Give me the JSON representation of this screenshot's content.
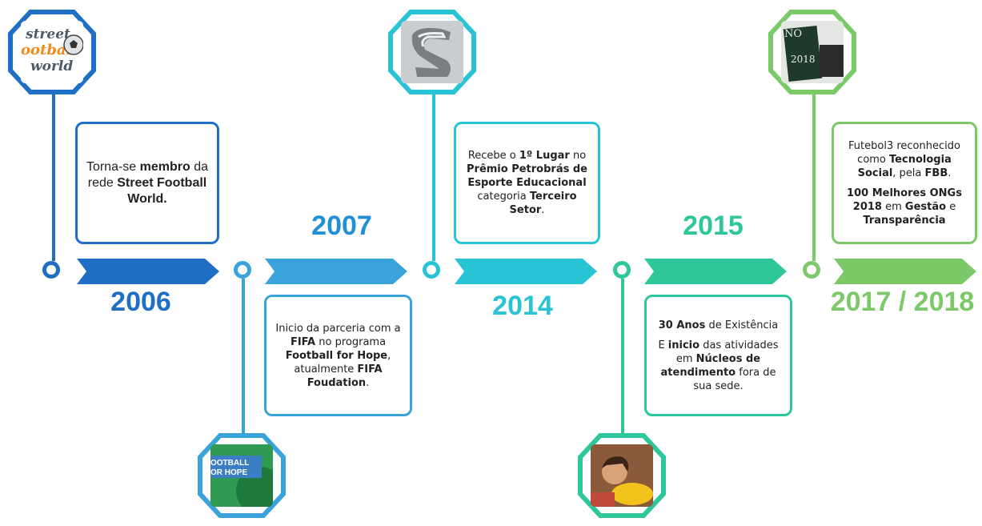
{
  "colors": {
    "blue": "#1f6fc4",
    "lightblue": "#3aa3da",
    "cyan": "#28c4d6",
    "teal": "#2dc79a",
    "green": "#7cc96a"
  },
  "milestones": [
    {
      "year": "2006",
      "logo_text": [
        "street",
        "ootball",
        "world"
      ],
      "segments": [
        {
          "t": "Torna-se ",
          "b": false
        },
        {
          "t": "membro",
          "b": true
        },
        {
          "t": " da rede ",
          "b": false
        },
        {
          "t": "Street Football World.",
          "b": true
        }
      ]
    },
    {
      "year": "2007",
      "logo_text": [
        "OOTBALL",
        "OR HOPE"
      ],
      "segments": [
        {
          "t": "Inicio da parceria com a ",
          "b": false
        },
        {
          "t": "FIFA",
          "b": true
        },
        {
          "t": " no programa ",
          "b": false
        },
        {
          "t": "Football for Hope",
          "b": true
        },
        {
          "t": ", atualmente ",
          "b": false
        },
        {
          "t": "FIFA Foudation",
          "b": true
        },
        {
          "t": ".",
          "b": false
        }
      ]
    },
    {
      "year": "2014",
      "segments": [
        {
          "t": "Recebe o ",
          "b": false
        },
        {
          "t": "1º Lugar",
          "b": true
        },
        {
          "t": " no ",
          "b": false
        },
        {
          "t": "Prêmio Petrobrás de Esporte Educacional",
          "b": true
        },
        {
          "t": " categoria ",
          "b": false
        },
        {
          "t": "Terceiro Setor",
          "b": true
        },
        {
          "t": ".",
          "b": false
        }
      ]
    },
    {
      "year": "2015",
      "para1": [
        {
          "t": "30 Anos",
          "b": true
        },
        {
          "t": " de Existência",
          "b": false
        }
      ],
      "para2": [
        {
          "t": "E ",
          "b": false
        },
        {
          "t": "inicio",
          "b": true
        },
        {
          "t": " das atividades em ",
          "b": false
        },
        {
          "t": "Núcleos de atendimento",
          "b": true
        },
        {
          "t": " fora de sua sede.",
          "b": false
        }
      ]
    },
    {
      "year": "2017 / 2018",
      "logo_text": [
        "NO",
        "2018"
      ],
      "para1": [
        {
          "t": "Futebol3 reconhecido como ",
          "b": false
        },
        {
          "t": "Tecnologia Social",
          "b": true
        },
        {
          "t": ", pela ",
          "b": false
        },
        {
          "t": "FBB",
          "b": true
        },
        {
          "t": ".",
          "b": false
        }
      ],
      "para2": [
        {
          "t": "100 Melhores ONGs 2018",
          "b": true
        },
        {
          "t": " em ",
          "b": false
        },
        {
          "t": "Gestão",
          "b": true
        },
        {
          "t": " e ",
          "b": false
        },
        {
          "t": "Transparência",
          "b": true
        }
      ]
    }
  ]
}
